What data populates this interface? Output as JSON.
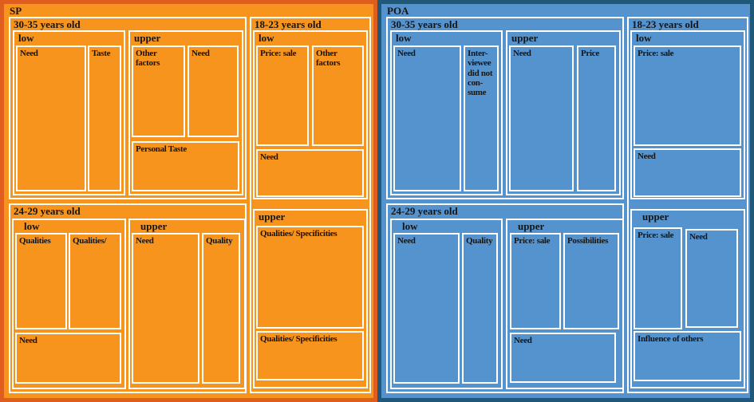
{
  "panels": [
    {
      "title": "SP",
      "colors": {
        "fill": "#f7941e",
        "border": "#df5e1e"
      },
      "groups": [
        {
          "label": "30-35 years old",
          "sections": [
            {
              "label": "low",
              "cells": [
                "Need",
                "Taste"
              ]
            },
            {
              "label": "upper",
              "cells": [
                "Other factors",
                "Need",
                "Personal Taste"
              ]
            }
          ]
        },
        {
          "label": "24-29 years old",
          "sections": [
            {
              "label": "low",
              "cells": [
                "Qualities",
                "Qualities/",
                "Need"
              ]
            },
            {
              "label": "upper",
              "cells": [
                "Need",
                "Quality"
              ]
            }
          ]
        },
        {
          "label": "18-23 years old",
          "sections": [
            {
              "label": "low",
              "cells": [
                "Price: sale",
                "Other factors",
                "Need"
              ]
            },
            {
              "label": "upper",
              "cells": [
                "Qualities/ Specificities",
                "Qualities/ Specificities"
              ]
            }
          ]
        }
      ]
    },
    {
      "title": "POA",
      "colors": {
        "fill": "#5593ce",
        "border": "#1f5878"
      },
      "groups": [
        {
          "label": "30-35 years old",
          "sections": [
            {
              "label": "low",
              "cells": [
                "Need",
                "Inter-\nviewee\ndid not\ncon-\nsume"
              ]
            },
            {
              "label": "upper",
              "cells": [
                "Need",
                "Price"
              ]
            }
          ]
        },
        {
          "label": "24-29 years old",
          "sections": [
            {
              "label": "low",
              "cells": [
                "Need",
                "Quality"
              ]
            },
            {
              "label": "upper",
              "cells": [
                "Price: sale",
                "Possibilities",
                "Need"
              ]
            }
          ]
        },
        {
          "label": "18-23 years old",
          "sections": [
            {
              "label": "low",
              "cells": [
                "Price: sale",
                "Need"
              ]
            },
            {
              "label": "upper",
              "cells": [
                "Price: sale",
                "Need",
                "Influence of others"
              ]
            }
          ]
        }
      ]
    }
  ]
}
